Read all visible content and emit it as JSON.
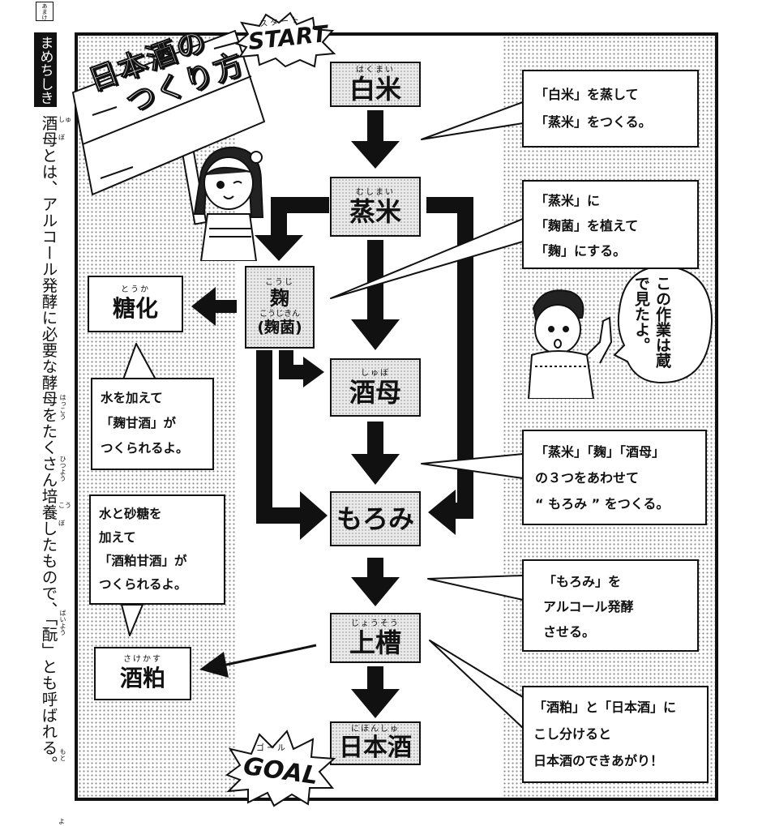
{
  "sidebar": {
    "tab_top": "あまけ",
    "tab_label": "まめちしき",
    "text": "酒母とは、アルコール発酵に必要な酵母をたくさん培養したもので、「酛」とも呼ばれる。",
    "ruby": [
      "しゅ",
      "ぼ",
      "はっこう",
      "ひつよう",
      "こう",
      "ぼ",
      "ばいよう",
      "もと",
      "よ"
    ]
  },
  "title": {
    "line1": "日本酒の",
    "line2": "つくり方",
    "start_ruby": "スタート",
    "start": "START",
    "goal_ruby": "ゴール",
    "goal": "GOAL"
  },
  "steps": {
    "hakumai": {
      "label": "白米",
      "ruby": "はくまい"
    },
    "mushimai": {
      "label": "蒸米",
      "ruby": "むしまい"
    },
    "koji": {
      "label": "麹",
      "ruby": "こうじ",
      "sub": "(麹菌)",
      "sub_ruby": "こうじきん"
    },
    "shubo": {
      "label": "酒母",
      "ruby": "しゅぼ"
    },
    "moromi": {
      "label": "もろみ"
    },
    "joso": {
      "label": "上槽",
      "ruby": "じょうそう"
    },
    "nihonshu": {
      "label": "日本酒",
      "ruby": "にほんしゅ"
    }
  },
  "side_boxes": {
    "touka": {
      "label": "糖化",
      "ruby": "とうか"
    },
    "sakekasu": {
      "label": "酒粕",
      "ruby": "さけかす"
    }
  },
  "notes": {
    "n1": [
      "「白米」を蒸して",
      "「蒸米」をつくる。"
    ],
    "n2": [
      "「蒸米」に",
      "「麹菌」を植えて",
      "「麹」にする。"
    ],
    "n3": [
      "「蒸米」「麹」「酒母」",
      "の３つをあわせて",
      "“ もろみ ” をつくる。"
    ],
    "n4": [
      "「もろみ」を",
      "アルコール発酵",
      "させる。"
    ],
    "n5": [
      "「酒粕」と「日本酒」に",
      "こし分けると",
      "日本酒のできあがり！"
    ],
    "left1": [
      "水を加えて",
      "「麹甘酒」が",
      "つくられるよ。"
    ],
    "left2": [
      "水と砂糖を",
      "加えて",
      "「酒粕甘酒」が",
      "つくられるよ。"
    ]
  },
  "speech": {
    "text": "この作業は蔵で見たよ。"
  },
  "colors": {
    "ink": "#111111",
    "step_fill": "#e9e9e9",
    "dots": "#8a8a8a"
  }
}
